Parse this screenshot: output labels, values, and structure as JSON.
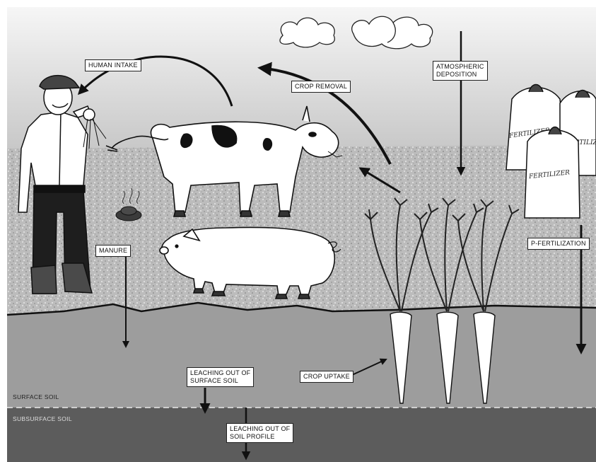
{
  "labels": {
    "human_intake": "HUMAN INTAKE",
    "crop_removal": "CROP REMOVAL",
    "atmospheric_deposition": "ATMOSPHERIC\nDEPOSITION",
    "manure": "MANURE",
    "p_fertilization": "P-FERTILIZATION",
    "crop_uptake": "CROP UPTAKE",
    "leaching_surface": "LEACHING OUT OF\nSURFACE SOIL",
    "leaching_profile": "LEACHING OUT OF\nSOIL PROFILE",
    "surface_soil": "SURFACE SOIL",
    "subsurface_soil": "SUBSURFACE SOIL"
  },
  "fertilizer_bags": [
    "FERTILIZER",
    "FERTILIZER",
    "FERTILIZER"
  ],
  "icons": [
    "cloud-icon",
    "farmer-icon",
    "cow-icon",
    "pig-icon",
    "manure-pile-icon",
    "carrot-plant-icon",
    "fertilizer-bag-icon"
  ],
  "colors": {
    "sky_top": "#f4f4f4",
    "sky_bottom": "#cfcfcf",
    "field": "#bdbdbd",
    "surface_soil": "#9a9a9a",
    "subsurface_soil": "#5a5a5a"
  }
}
